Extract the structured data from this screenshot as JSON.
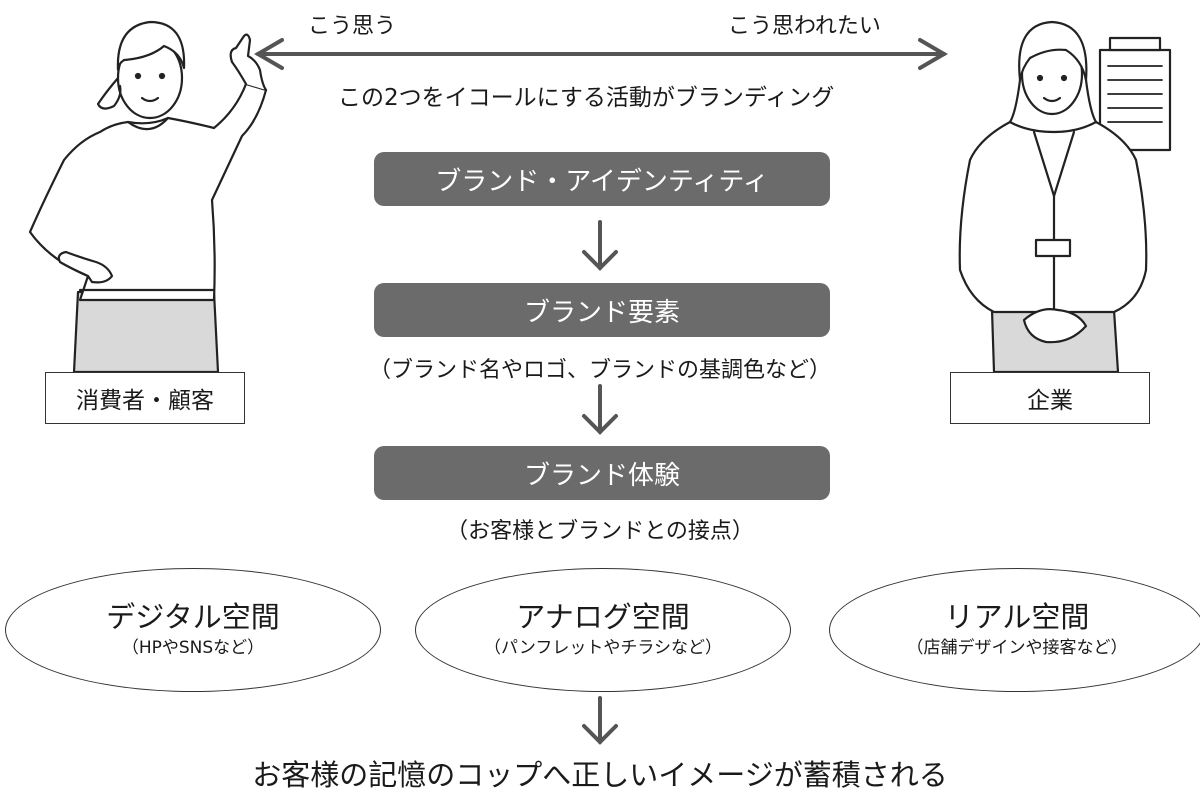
{
  "header": {
    "think_label": "こう思う",
    "want_label": "こう思われたい",
    "equal_caption": "この2つをイコールにする活動がブランディング"
  },
  "steps": [
    {
      "label": "ブランド・アイデンティティ"
    },
    {
      "label": "ブランド要素",
      "note": "（ブランド名やロゴ、ブランドの基調色など）"
    },
    {
      "label": "ブランド体験",
      "note": "（お客様とブランドとの接点）"
    }
  ],
  "spaces": [
    {
      "title": "デジタル空間",
      "sub": "（HPやSNSなど）"
    },
    {
      "title": "アナログ空間",
      "sub": "（パンフレットやチラシなど）"
    },
    {
      "title": "リアル空間",
      "sub": "（店舗デザインや接客など）"
    }
  ],
  "conclusion": "お客様の記憶のコップへ正しいイメージが蓄積される",
  "people": {
    "consumer_label": "消費者・顧客",
    "company_label": "企業"
  },
  "colors": {
    "step_fill": "#6b6b6b",
    "arrow": "#555555",
    "line": "#333333"
  }
}
